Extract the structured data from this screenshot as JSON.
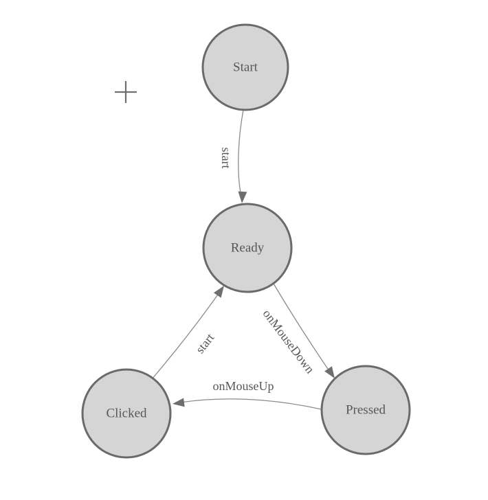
{
  "canvas": {
    "background": "#ffffff"
  },
  "cursor": {
    "shape": "plus-crosshair"
  },
  "diagram": {
    "type": "state-machine",
    "nodes": [
      {
        "id": "start",
        "label": "Start"
      },
      {
        "id": "ready",
        "label": "Ready"
      },
      {
        "id": "clicked",
        "label": "Clicked"
      },
      {
        "id": "pressed",
        "label": "Pressed"
      }
    ],
    "edges": [
      {
        "from": "start",
        "to": "ready",
        "label": "start"
      },
      {
        "from": "clicked",
        "to": "ready",
        "label": "start"
      },
      {
        "from": "ready",
        "to": "pressed",
        "label": "onMouseDown"
      },
      {
        "from": "pressed",
        "to": "clicked",
        "label": "onMouseUp"
      }
    ],
    "colors": {
      "node_fill": "#d5d5d5",
      "node_stroke": "#6a6a6a",
      "edge_stroke": "#8b8b8b",
      "arrow_fill": "#6e6e6e",
      "label_text": "#54585b",
      "cursor": "#6f6f6f"
    }
  }
}
